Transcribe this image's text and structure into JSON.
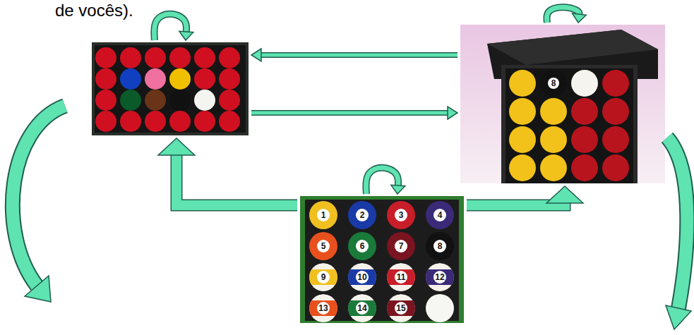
{
  "diagram": {
    "nodes": [
      {
        "text": []
      },
      {
        "text": [
          "8"
        ]
      },
      {
        "text": [
          "1",
          "2",
          "3",
          "4",
          "5",
          "6",
          "7",
          "8",
          "9",
          "10",
          "11",
          "12",
          "13",
          "14",
          "15"
        ]
      }
    ],
    "edges": [
      {
        "from": 1,
        "to": 0,
        "arrow": "to"
      },
      {
        "from": 0,
        "to": 1,
        "arrow": "to"
      },
      {
        "from": 0,
        "to": 0,
        "arrow": "to"
      },
      {
        "from": 1,
        "to": 1,
        "arrow": "to"
      },
      {
        "from": 2,
        "to": 2,
        "arrow": "to"
      },
      {
        "from": 2,
        "to": 0,
        "arrow": "to"
      },
      {
        "from": 2,
        "to": 1,
        "arrow": "to"
      }
    ],
    "labels": [
      "de vocês)."
    ]
  }
}
